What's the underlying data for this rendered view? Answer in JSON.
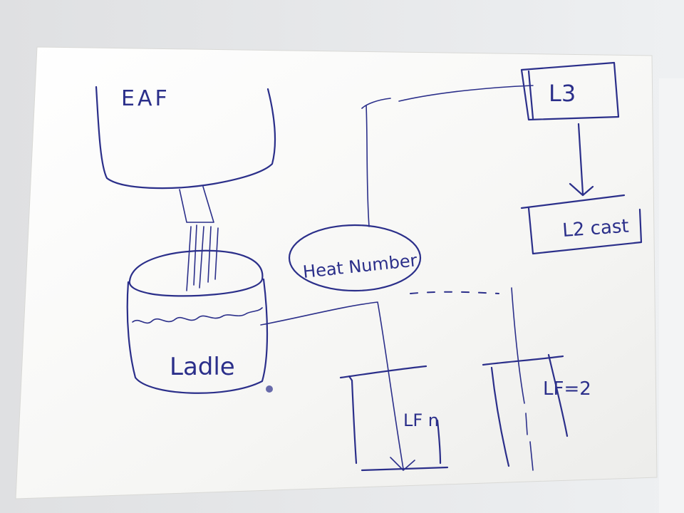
{
  "nodes": {
    "eaf": "EAF",
    "ladle": "Ladle",
    "heat_number": "Heat Number",
    "l3": "L3",
    "l2_cast": "L2 cast",
    "lf1": "LF n",
    "lf2": "LF=2"
  },
  "colors": {
    "ink": "#2b2f8a",
    "paper": "#f7f7f5",
    "background": "#e7e8ea"
  }
}
